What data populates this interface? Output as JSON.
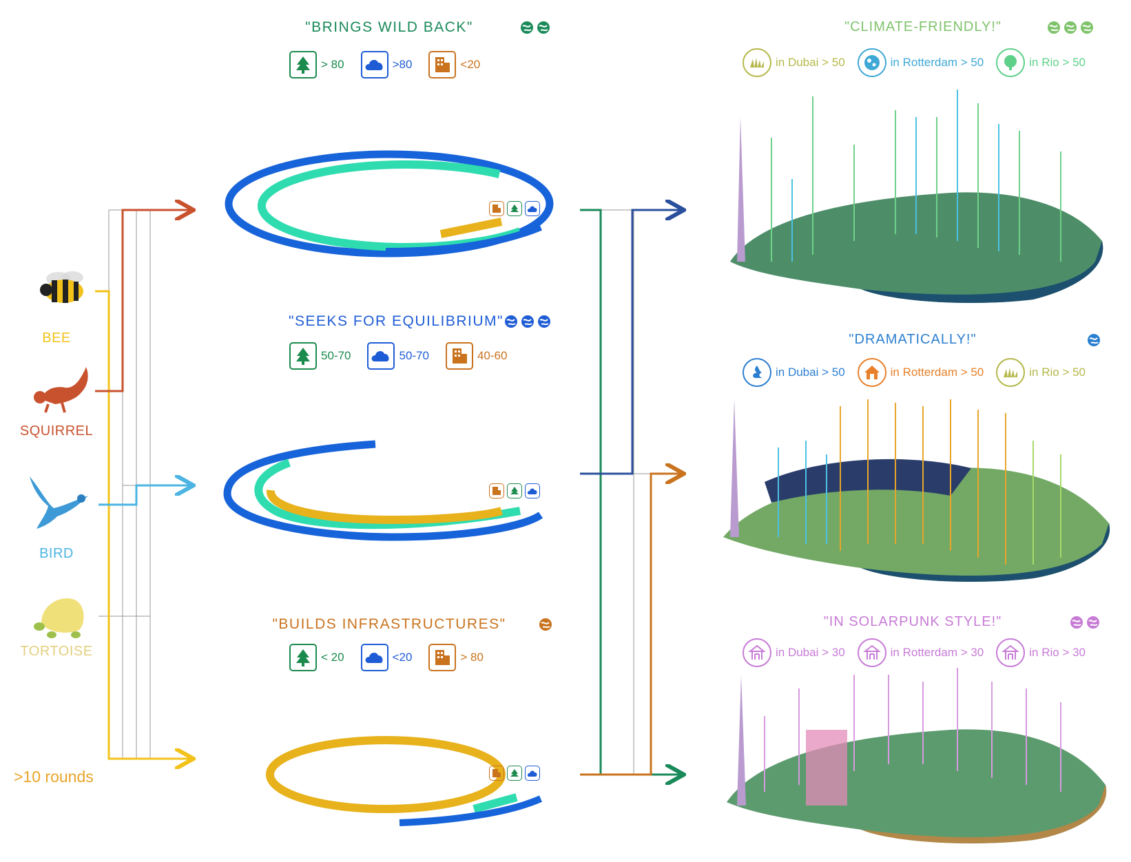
{
  "colors": {
    "bee": "#f2c21b",
    "squirrel": "#c8522e",
    "bird": "#4bb4e2",
    "tortoise": "#e3cf7e",
    "rounds": "#e8a52a",
    "tree": "#1b8a4d",
    "cloud": "#1e5cd6",
    "building": "#c9731e",
    "ring_blue": "#1763d9",
    "ring_teal": "#2fdcb0",
    "ring_yellow": "#e8b21c",
    "climate": "#7fc36b",
    "dramatic": "#2b7fd0",
    "solarpunk": "#c77bd6",
    "line_green": "#1a8a5a",
    "line_navy": "#2a4f9c",
    "line_orange": "#c9731e"
  },
  "animals": [
    {
      "label": "BEE",
      "icon": "bee-icon"
    },
    {
      "label": "SQUIRREL",
      "icon": "squirrel-icon"
    },
    {
      "label": "BIRD",
      "icon": "bird-icon"
    },
    {
      "label": "TORTOISE",
      "icon": "tortoise-icon"
    }
  ],
  "rounds_label": ">10 rounds",
  "strategies": [
    {
      "title": "\"BRINGS  WILD  BACK\"",
      "globes": 2,
      "metrics": [
        {
          "icon": "tree-icon",
          "value": "> 80"
        },
        {
          "icon": "cloud-icon",
          "value": ">80"
        },
        {
          "icon": "building-icon",
          "value": "<20"
        }
      ]
    },
    {
      "title": "\"SEEKS  FOR  EQUILIBRIUM\"",
      "globes": 3,
      "metrics": [
        {
          "icon": "tree-icon",
          "value": "50-70"
        },
        {
          "icon": "cloud-icon",
          "value": "50-70"
        },
        {
          "icon": "building-icon",
          "value": "40-60"
        }
      ]
    },
    {
      "title": "\"BUILDS  INFRASTRUCTURES\"",
      "globes": 1,
      "metrics": [
        {
          "icon": "tree-icon",
          "value": "< 20"
        },
        {
          "icon": "cloud-icon",
          "value": "<20"
        },
        {
          "icon": "building-icon",
          "value": "> 80"
        }
      ]
    }
  ],
  "outcomes": [
    {
      "title": "\"CLIMATE-FRIENDLY!\"",
      "globes": 3,
      "cities": [
        {
          "icon": "grass-icon",
          "label": "in Dubai > 50",
          "color": "#b5b84a"
        },
        {
          "icon": "water-icon",
          "label": "in Rotterdam > 50",
          "color": "#3fa8d6"
        },
        {
          "icon": "tree-round-icon",
          "label": "in Rio > 50",
          "color": "#5fd08a"
        }
      ]
    },
    {
      "title": "\"DRAMATICALLY!\"",
      "globes": 1,
      "cities": [
        {
          "icon": "flood-icon",
          "label": "in Dubai > 50",
          "color": "#2b7fd0"
        },
        {
          "icon": "house-icon",
          "label": "in Rotterdam > 50",
          "color": "#e8802a"
        },
        {
          "icon": "grass-icon",
          "label": "in Rio > 50",
          "color": "#b5b84a"
        }
      ]
    },
    {
      "title": "\"IN  SOLARPUNK  STYLE!\"",
      "globes": 2,
      "cities": [
        {
          "icon": "solar-house-icon",
          "label": "in Dubai > 30",
          "color": "#c77bd6"
        },
        {
          "icon": "solar-house-icon",
          "label": "in Rotterdam > 30",
          "color": "#c77bd6"
        },
        {
          "icon": "solar-house-icon",
          "label": "in Rio > 30",
          "color": "#c77bd6"
        }
      ]
    }
  ]
}
